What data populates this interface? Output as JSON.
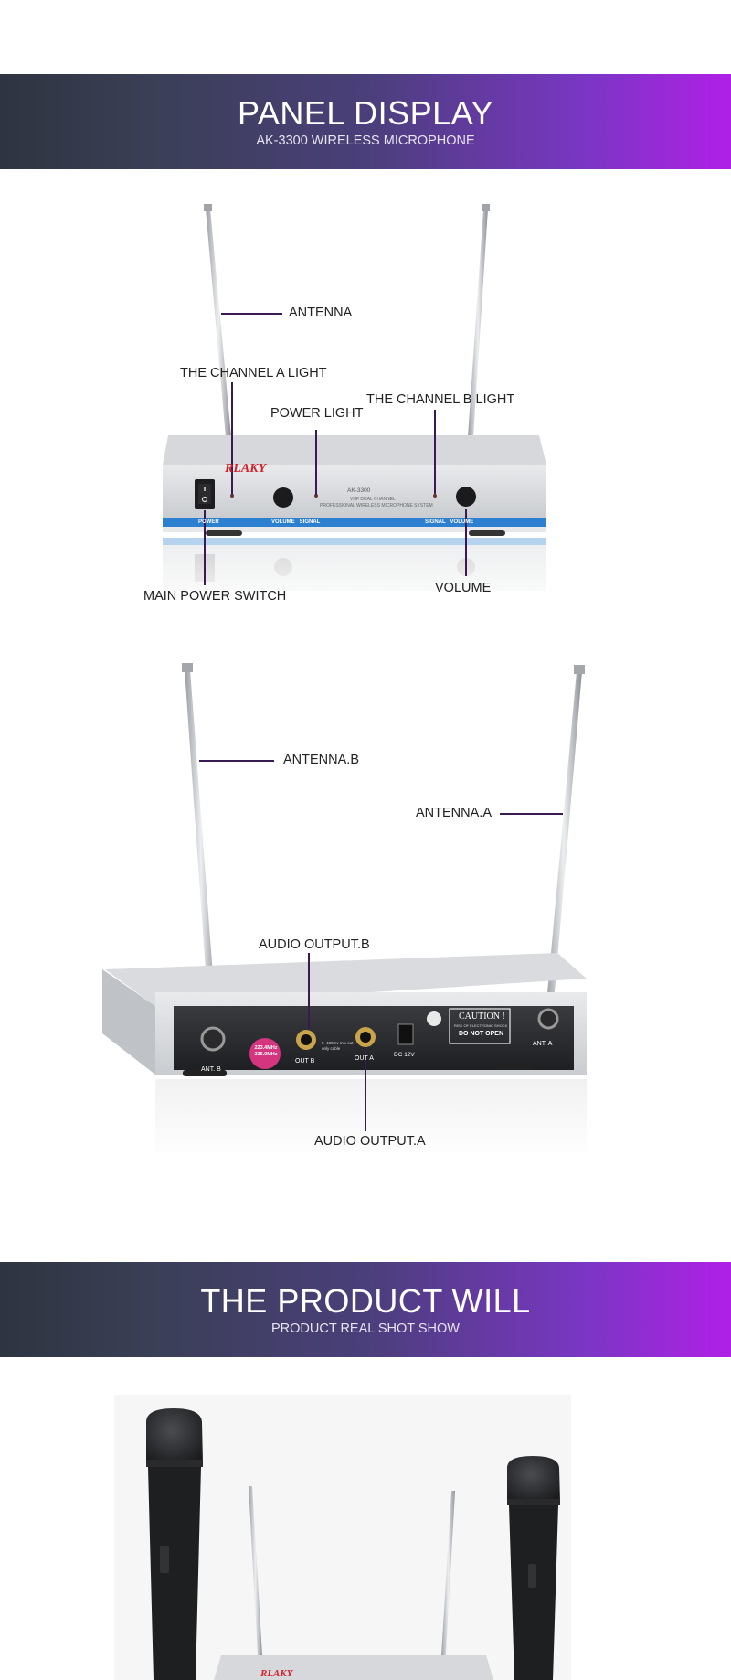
{
  "banner1": {
    "title": "PANEL DISPLAY",
    "subtitle": "AK-3300 WIRELESS MICROPHONE"
  },
  "front_panel": {
    "brand": "RLAKY",
    "model": "AK-3300",
    "small_print_1": "VHF DUAL CHANNEL",
    "small_print_2": "PROFESSIONAL WIRELESS MICROPHONE SYSTEM",
    "strip_power": "POWER",
    "strip_volume_signal": "VOLUME   SIGNAL",
    "strip_signal_volume": "SIGNAL   VOLUME",
    "labels": {
      "antenna": "ANTENNA",
      "channel_a": "THE CHANNEL A LIGHT",
      "power_light": "POWER LIGHT",
      "channel_b": "THE CHANNEL B LIGHT",
      "main_switch": "MAIN POWER SWITCH",
      "volume": "VOLUME"
    }
  },
  "rear_panel": {
    "freq": "223.4MHz 235.0MHz",
    "ant_b": "ANT. B",
    "ant_a": "ANT. A",
    "out_b": "OUT B",
    "out_a": "OUT A",
    "cable_note": "0~400mv mix out only cable",
    "dc": "DC 12V",
    "caution_title": "CAUTION !",
    "caution_body": "RISK OF ELECTRONIC SHOCK",
    "caution_donot": "DO NOT OPEN",
    "labels": {
      "antenna_b": "ANTENNA.B",
      "antenna_a": "ANTENNA.A",
      "audio_out_b": "AUDIO OUTPUT.B",
      "audio_out_a": "AUDIO OUTPUT.A"
    }
  },
  "banner2": {
    "title": "THE PRODUCT WILL",
    "subtitle": "PRODUCT REAL SHOT SHOW"
  },
  "product_shot": {
    "brand": "RLAKY"
  },
  "colors": {
    "leader": "#3a1a52",
    "accent_purple": "#b020e6",
    "strip_blue": "#2d7fd0"
  }
}
